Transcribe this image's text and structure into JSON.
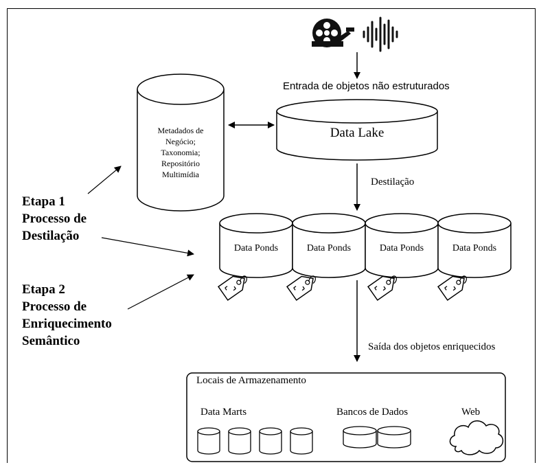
{
  "input_label": "Entrada de objetos não estruturados",
  "data_lake": "Data Lake",
  "metadata_lines": [
    "Metadados de",
    "Negócio;",
    "Taxonomia;",
    "Repositório",
    "Multimídia"
  ],
  "distillation_label": "Destilação",
  "data_ponds": [
    "Data Ponds",
    "Data Ponds",
    "Data Ponds",
    "Data Ponds"
  ],
  "stage1": {
    "line1": "Etapa 1",
    "line2": "Processo de",
    "line3": "Destilação"
  },
  "stage2": {
    "line1": "Etapa 2",
    "line2": "Processo de",
    "line3": "Enriquecimento",
    "line4": "Semântico"
  },
  "output_label": "Saída dos objetos enriquecidos",
  "storage": {
    "title": "Locais de Armazenamento",
    "data_marts": "Data Marts",
    "databases": "Bancos de Dados",
    "web": "Web"
  },
  "icons": [
    "film-reel-icon",
    "sound-wave-icon",
    "tag-icon",
    "cloud-icon"
  ]
}
